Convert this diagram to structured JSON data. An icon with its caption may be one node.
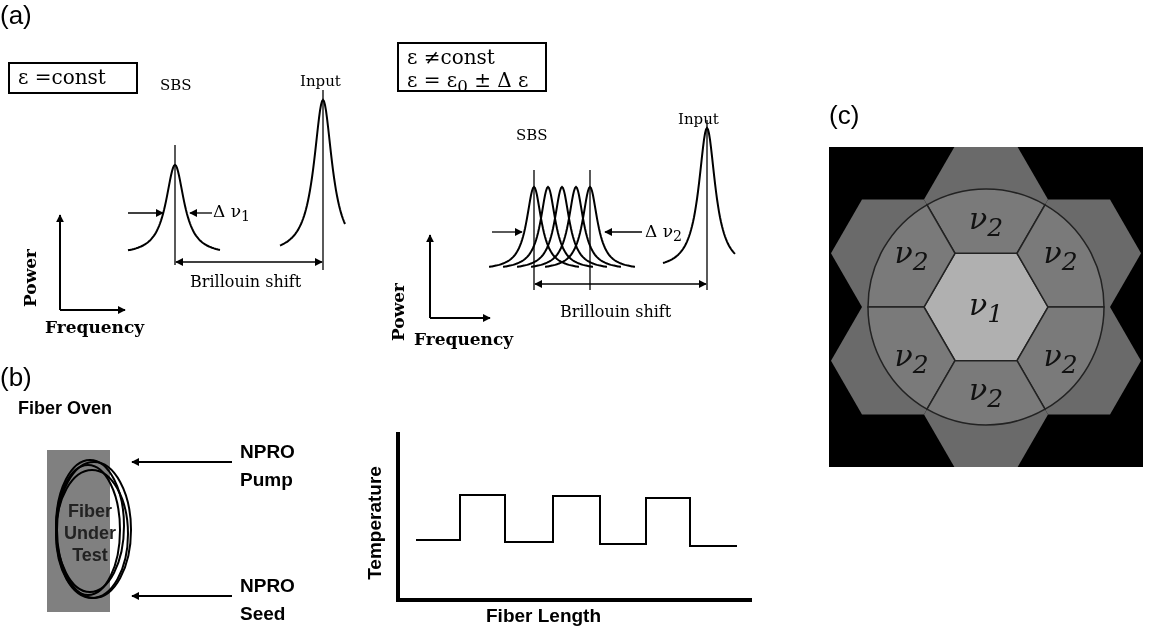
{
  "diagram": {
    "nodes": [
      {
        "text": [
          "ε =const"
        ]
      },
      {
        "text": [
          "ε ≠const",
          "ε = ε$_{0}$ ± Δ ε"
        ]
      },
      {
        "text": [
          "Fiber Oven"
        ]
      },
      {
        "text": [
          "Fiber Under Test"
        ]
      },
      {
        "text": [
          "NPRO Pump"
        ]
      },
      {
        "text": [
          "NPRO Seed"
        ]
      },
      {
        "text": [
          "ν$_{1}$"
        ]
      },
      {
        "text": [
          "ν$_{2}$"
        ]
      },
      {
        "text": [
          "ν$_{2}$"
        ]
      },
      {
        "text": [
          "ν$_{2}$"
        ]
      },
      {
        "text": [
          "ν$_{2}$"
        ]
      },
      {
        "text": [
          "ν$_{2}$"
        ]
      },
      {
        "text": [
          "ν$_{2}$"
        ]
      }
    ],
    "edges": [
      {
        "from": 4,
        "to": 3,
        "arrow": "to"
      },
      {
        "from": 5,
        "to": 3,
        "arrow": "to"
      }
    ],
    "labels": [
      "(a)",
      "SBS",
      "Input",
      "Δ ν$_{1}$",
      "Power",
      "Brillouin shift",
      "Frequency",
      "Input",
      "SBS",
      "Δ ν$_{2}$",
      "Power",
      "Brillouin shift",
      "Frequency",
      "(c)",
      "(b)",
      "Temperature",
      "Fiber Length"
    ]
  }
}
